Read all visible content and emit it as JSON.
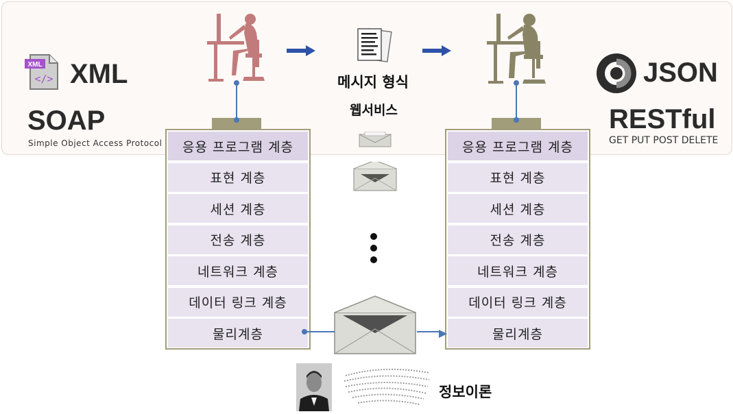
{
  "left": {
    "format": "XML",
    "file_icon_tag": "XML",
    "file_icon_glyph": "</>",
    "protocol": "SOAP",
    "protocol_full": "Simple Object Access Protocol"
  },
  "right": {
    "format": "JSON",
    "protocol": "RESTful",
    "methods": "GET PUT POST DELETE"
  },
  "center": {
    "message_format": "메시지 형식",
    "web_service": "웹서비스",
    "info_theory": "정보이론"
  },
  "layers_left": [
    {
      "label": "응용 프로그램 계층"
    },
    {
      "label": "표현 계층"
    },
    {
      "label": "세션 계층"
    },
    {
      "label": "전송 계층"
    },
    {
      "label": "네트워크 계층"
    },
    {
      "label": "데이터 링크 계층"
    },
    {
      "label": "물리계층"
    }
  ],
  "layers_right": [
    {
      "label": "응용 프로그램 계층"
    },
    {
      "label": "표현 계층"
    },
    {
      "label": "세션 계층"
    },
    {
      "label": "전송 계층"
    },
    {
      "label": "네트워크 계층"
    },
    {
      "label": "데이터 링크 계층"
    },
    {
      "label": "물리계층"
    }
  ],
  "icons": {
    "left_person": "woman-at-computer-icon",
    "right_person": "man-at-computer-icon",
    "documents": "documents-icon",
    "envelope": "envelope-icon",
    "json_logo": "json-logo-icon",
    "xml_file": "xml-file-icon",
    "portrait": "portrait-photo",
    "binary_stream": "binary-stream-icon",
    "arrow": "arrow-right-icon"
  },
  "colors": {
    "stack_border": "#a19c79",
    "layer_fill": "#e9e3f0",
    "left_person": "#c27b7b",
    "right_person": "#8a8467",
    "arrow": "#2e52a8",
    "connector": "#4b77b5"
  }
}
